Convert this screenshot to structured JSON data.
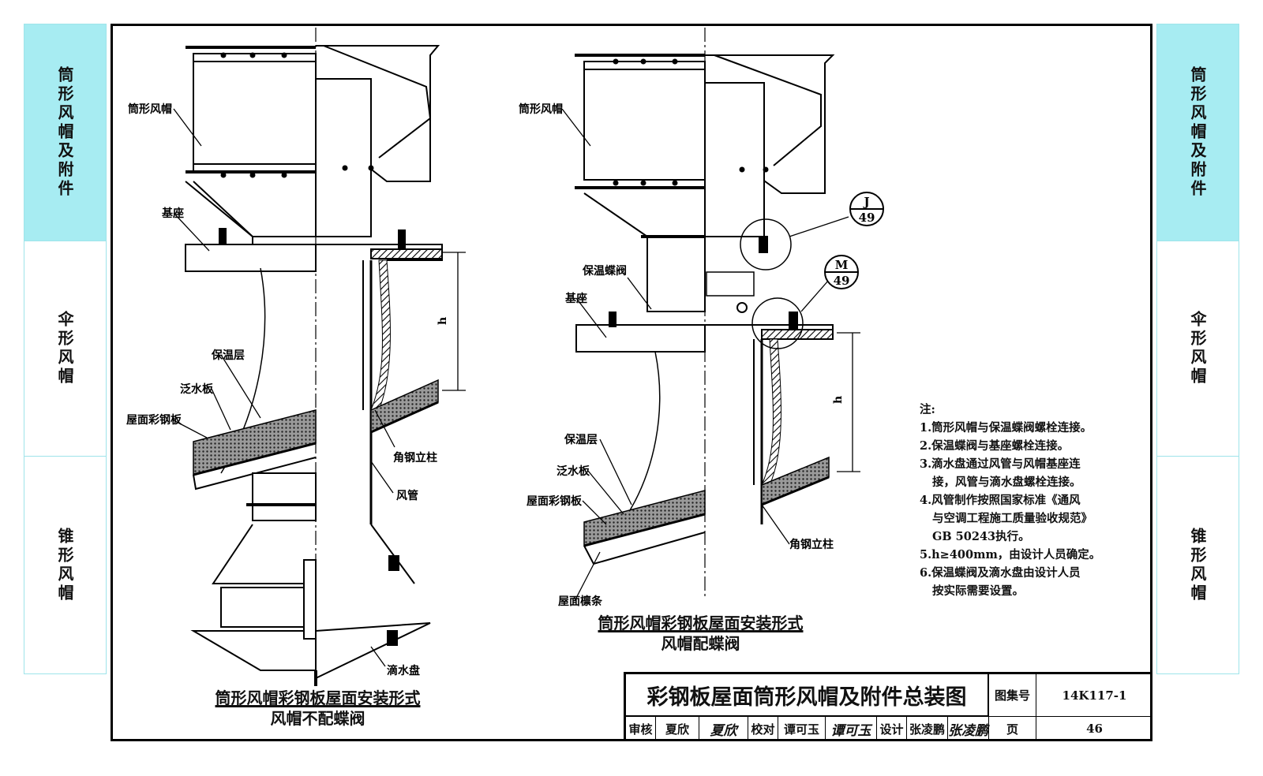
{
  "side_tabs": [
    "筒形风帽及附件",
    "伞形风帽",
    "锥形风帽"
  ],
  "left_drawing": {
    "labels": {
      "hood": "筒形风帽",
      "base": "基座",
      "insulation": "保温层",
      "flashing": "泛水板",
      "roof_panel": "屋面彩钢板",
      "angle_post": "角钢立柱",
      "duct": "风管",
      "drip_tray": "滴水盘",
      "h": "h"
    },
    "caption_line1": "筒形风帽彩钢板屋面安装形式",
    "caption_line2": "风帽不配蝶阀"
  },
  "right_drawing": {
    "labels": {
      "hood": "筒形风帽",
      "damper": "保温蝶阀",
      "base": "基座",
      "insulation": "保温层",
      "flashing": "泛水板",
      "roof_panel": "屋面彩钢板",
      "purlin": "屋面檩条",
      "angle_post": "角钢立柱",
      "h": "h"
    },
    "detail_j": {
      "letter": "J",
      "sheet": "49"
    },
    "detail_m": {
      "letter": "M",
      "sheet": "49"
    },
    "caption_line1": "筒形风帽彩钢板屋面安装形式",
    "caption_line2": "风帽配蝶阀"
  },
  "notes": {
    "heading": "注:",
    "lines": [
      "1.筒形风帽与保温蝶阀螺栓连接。",
      "2.保温蝶阀与基座螺栓连接。",
      "3.滴水盘通过风管与风帽基座连",
      "接，风管与滴水盘螺栓连接。",
      "4.风管制作按照国家标准《通风",
      "与空调工程施工质量验收规范》",
      "GB 50243执行。",
      "5.h≥400mm，由设计人员确定。",
      "6.保温蝶阀及滴水盘由设计人员",
      "按实际需要设置。"
    ]
  },
  "title_block": {
    "title": "彩钢板屋面筒形风帽及附件总装图",
    "atlas_label": "图集号",
    "atlas_no": "14K117-1",
    "review_label": "审核",
    "reviewer": "夏欣",
    "reviewer_sig": "夏欣",
    "check_label": "校对",
    "checker": "谭可玉",
    "checker_sig": "谭可玉",
    "design_label": "设计",
    "designer": "张凌鹏",
    "designer_sig": "张凌鹏",
    "page_label": "页",
    "page_no": "46"
  }
}
